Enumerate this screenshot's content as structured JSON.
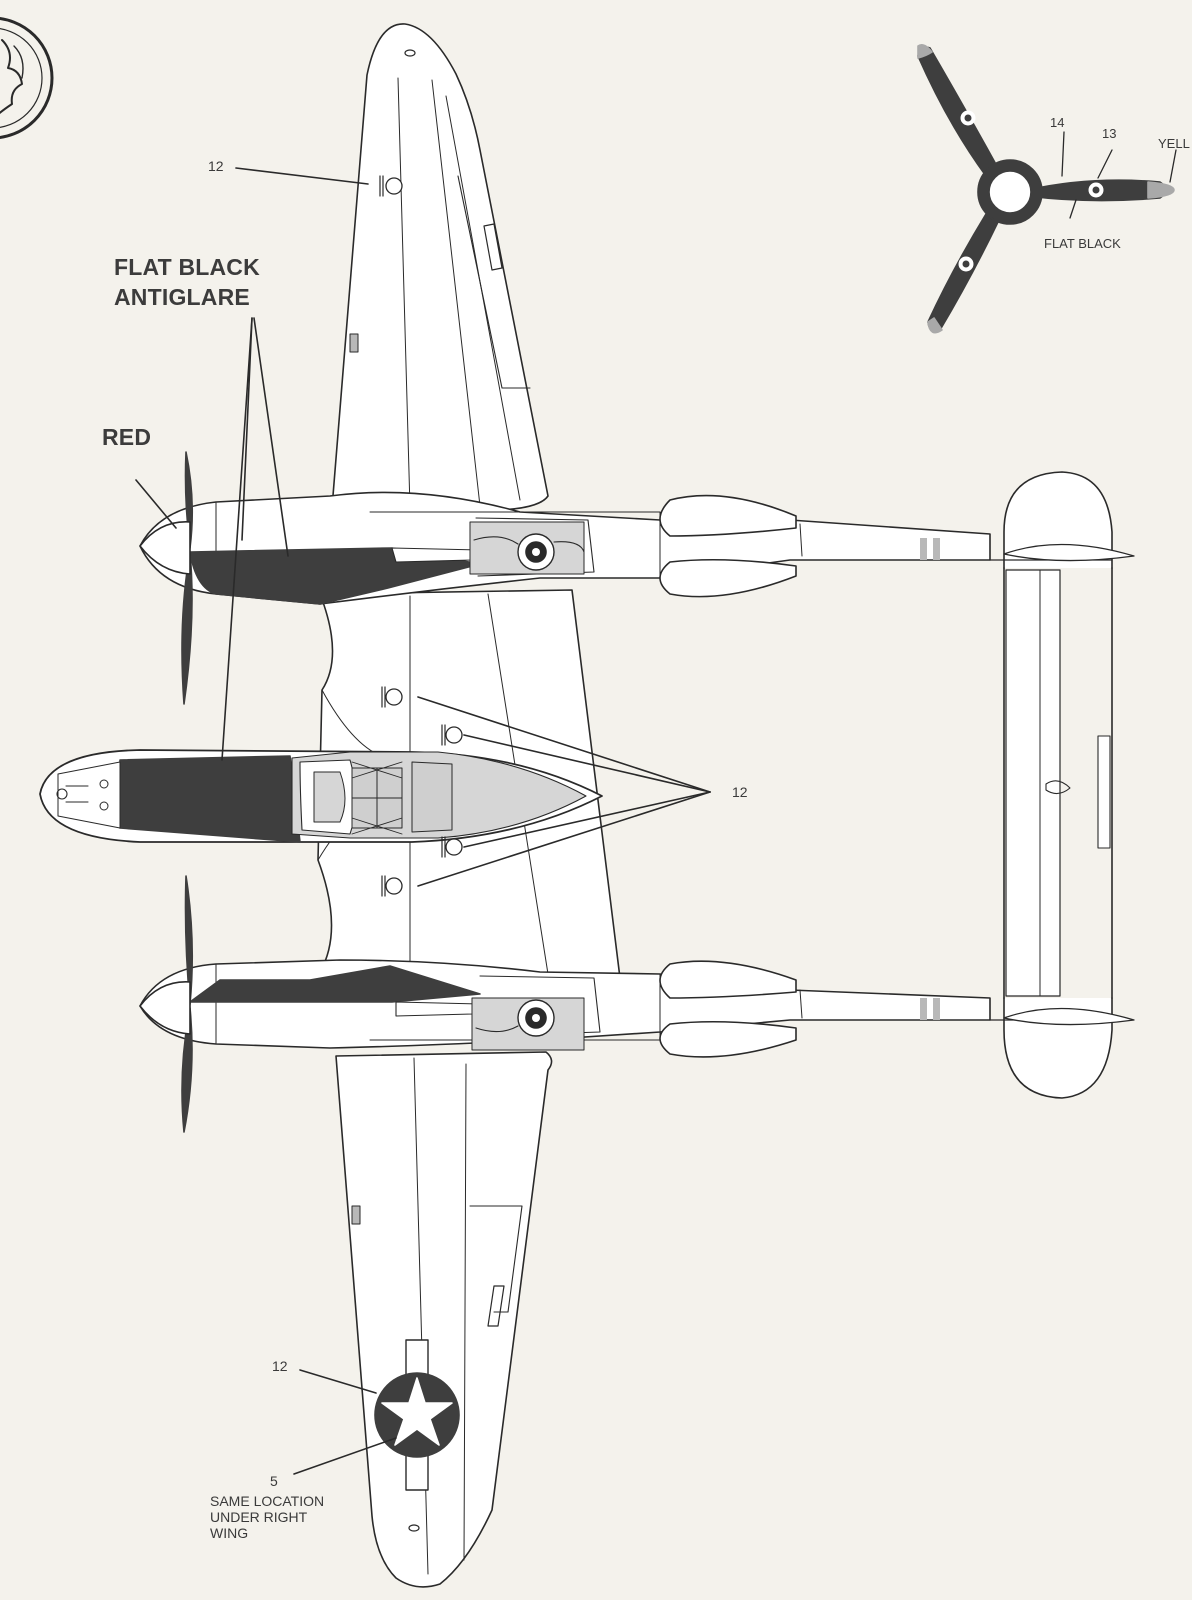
{
  "labels": {
    "flat_black_antiglare": [
      "FLAT BLACK",
      "ANTIGLARE"
    ],
    "red": "RED",
    "callout_12": "12",
    "callout_13": "13",
    "callout_14": "14",
    "callout_5": "5",
    "yellow_partial": "YELL",
    "flat_black": "FLAT BLACK",
    "same_location": [
      "SAME LOCATION",
      "UNDER RIGHT",
      "WING"
    ]
  },
  "colors": {
    "paper": "#f4f2ec",
    "line": "#2a2a2a",
    "flat_black": "#3e3e3e",
    "panel_gray": "#d6d6d6",
    "prop_tip": "#a9a9a9"
  }
}
